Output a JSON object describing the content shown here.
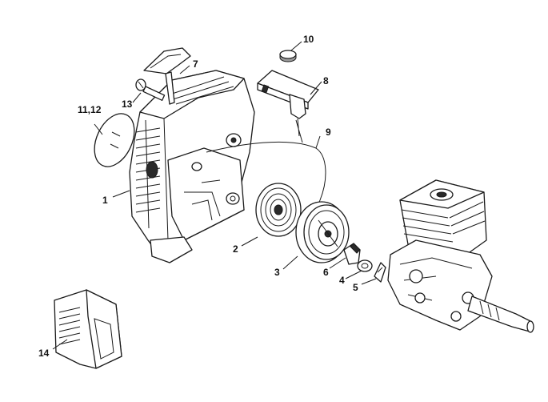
{
  "callouts": {
    "p1": "1",
    "p2": "2",
    "p3": "3",
    "p4": "4",
    "p5": "5",
    "p6": "6",
    "p7": "7",
    "p8": "8",
    "p9": "9",
    "p10": "10",
    "p11_12": "11,12",
    "p13": "13",
    "p14": "14"
  },
  "colors": {
    "line": "#1a1a1a",
    "background": "#ffffff",
    "shade": "#9a9a9a"
  }
}
